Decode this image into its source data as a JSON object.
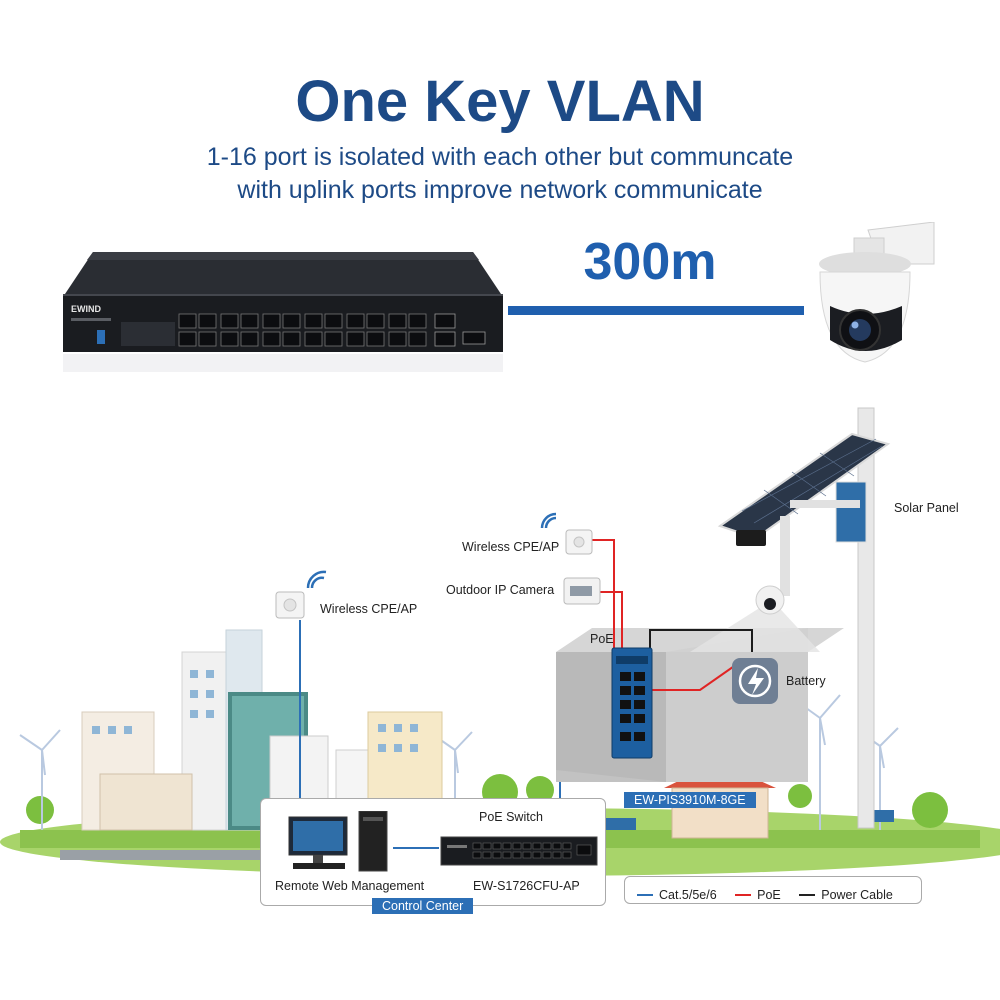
{
  "header": {
    "title": "One Key VLAN",
    "subtitle_line1": "1-16 port is isolated with each other but communcate",
    "subtitle_line2": "with uplink ports improve network communicate"
  },
  "hero": {
    "distance": "300m",
    "switch_brand": "EWIND"
  },
  "diagram": {
    "labels": {
      "wireless_ap_center": "Wireless CPE/AP",
      "wireless_ap_left": "Wireless CPE/AP",
      "outdoor_camera": "Outdoor IP Camera",
      "poe": "PoE",
      "battery": "Battery",
      "solar_panel": "Solar Panel",
      "industrial_switch_model": "EW-PIS3910M-8GE"
    },
    "control_center": {
      "title": "Control Center",
      "poe_switch_label": "PoE Switch",
      "pc_label": "Remote Web Management",
      "switch_model": "EW-S1726CFU-AP"
    },
    "legend": {
      "items": [
        {
          "label": "Cat.5/5e/6",
          "color": "#2c6fb6"
        },
        {
          "label": "PoE",
          "color": "#e02424"
        },
        {
          "label": "Power Cable",
          "color": "#222222"
        }
      ]
    }
  }
}
